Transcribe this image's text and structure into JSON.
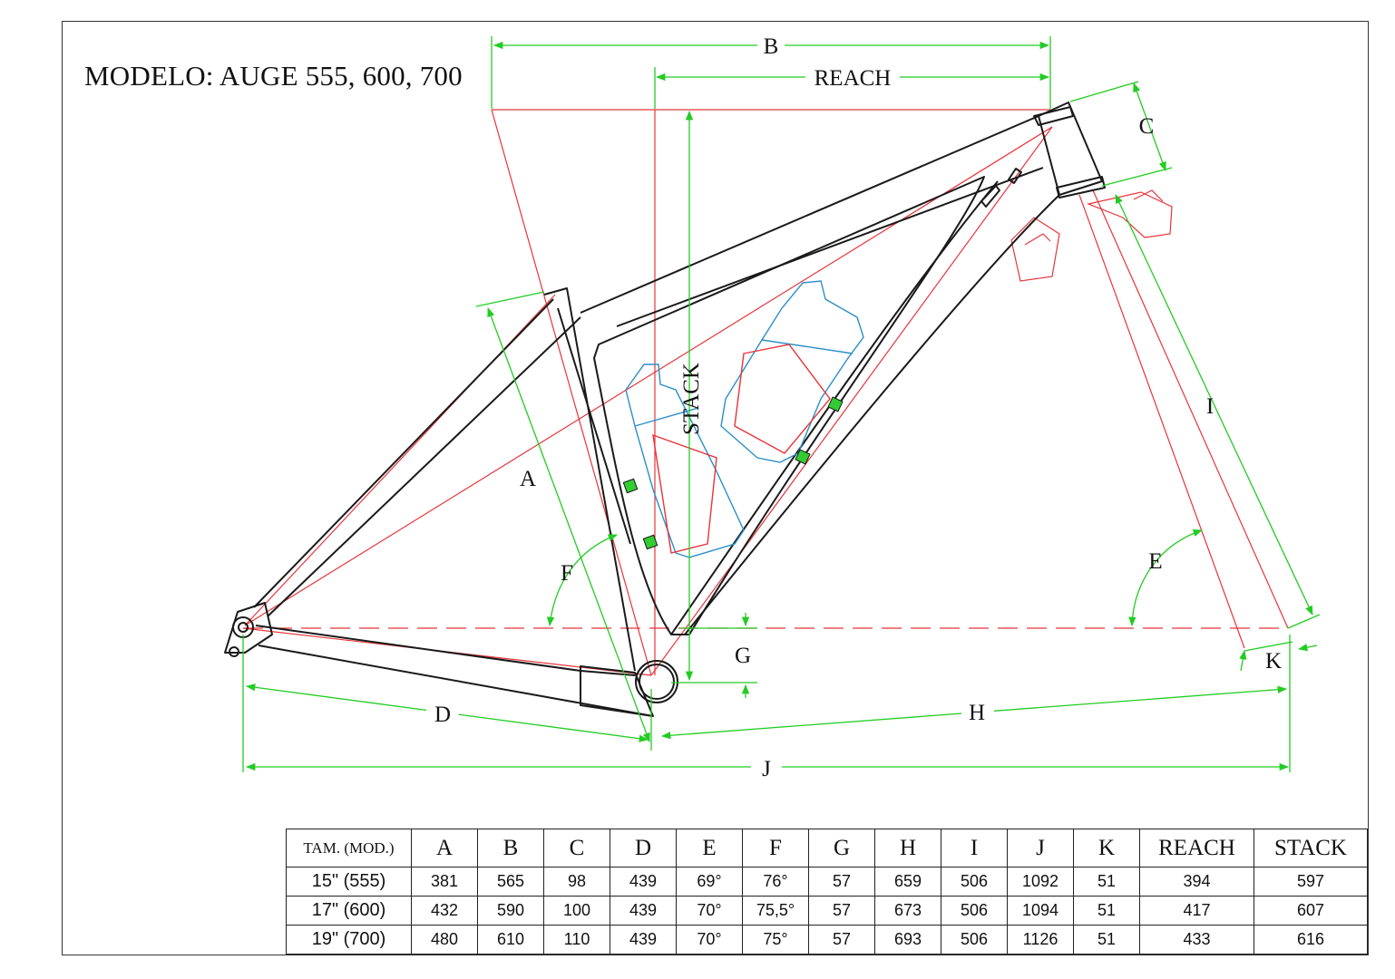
{
  "title": "MODELO: AUGE 555, 600, 700",
  "dimension_labels": {
    "A": "A",
    "B": "B",
    "C": "C",
    "D": "D",
    "E": "E",
    "F": "F",
    "G": "G",
    "H": "H",
    "I": "I",
    "J": "J",
    "K": "K",
    "reach": "REACH",
    "stack": "STACK"
  },
  "colors": {
    "frame": "#1a1a1a",
    "reference": "#e8343a",
    "dimension": "#22cc22",
    "bottle": "#2a8fc8",
    "mount": "#33cc33"
  },
  "table": {
    "headers": [
      "TAM. (MOD.)",
      "A",
      "B",
      "C",
      "D",
      "E",
      "F",
      "G",
      "H",
      "I",
      "J",
      "K",
      "REACH",
      "STACK"
    ],
    "rows": [
      [
        "15\" (555)",
        "381",
        "565",
        "98",
        "439",
        "69°",
        "76°",
        "57",
        "659",
        "506",
        "1092",
        "51",
        "394",
        "597"
      ],
      [
        "17\" (600)",
        "432",
        "590",
        "100",
        "439",
        "70°",
        "75,5°",
        "57",
        "673",
        "506",
        "1094",
        "51",
        "417",
        "607"
      ],
      [
        "19\" (700)",
        "480",
        "610",
        "110",
        "439",
        "70°",
        "75°",
        "57",
        "693",
        "506",
        "1126",
        "51",
        "433",
        "616"
      ]
    ]
  }
}
